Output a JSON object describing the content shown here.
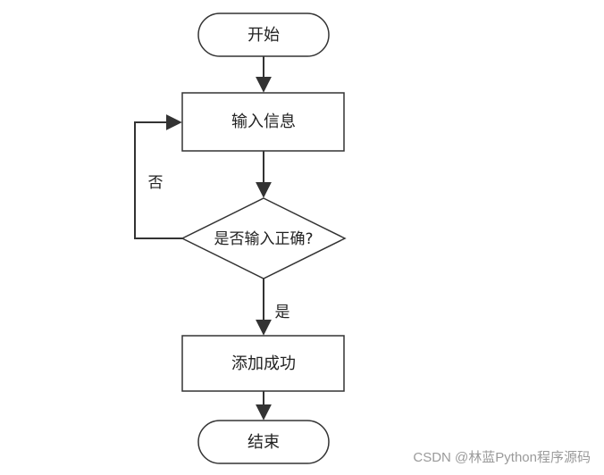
{
  "flowchart": {
    "start": "开始",
    "input_info": "输入信息",
    "decision": "是否输入正确?",
    "add_success": "添加成功",
    "end": "结束",
    "label_no": "否",
    "label_yes": "是"
  },
  "watermark": "CSDN @林蓝Python程序源码",
  "colors": {
    "stroke": "#333333",
    "text": "#222222",
    "background": "#ffffff",
    "watermark": "#9a9a9a"
  }
}
